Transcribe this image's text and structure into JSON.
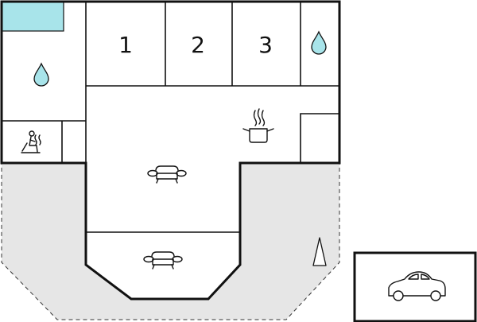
{
  "floorplan": {
    "bedrooms": [
      {
        "label": "1"
      },
      {
        "label": "2"
      },
      {
        "label": "3"
      }
    ],
    "icons": {
      "bathroom_left": "water-drop-icon",
      "bathroom_right": "water-drop-icon",
      "sauna": "sauna-icon",
      "kitchen": "cooking-pot-icon",
      "living_room": "sofa-icon",
      "lower_living_room": "sofa-icon",
      "terrace": "tree-icon",
      "carport": "car-icon"
    },
    "colors": {
      "wall": "#111111",
      "terrace_fill": "#e6e6e6",
      "pool_fill": "#a8e4ea",
      "water_drop_fill": "#a8e4ea",
      "background": "#ffffff"
    }
  }
}
